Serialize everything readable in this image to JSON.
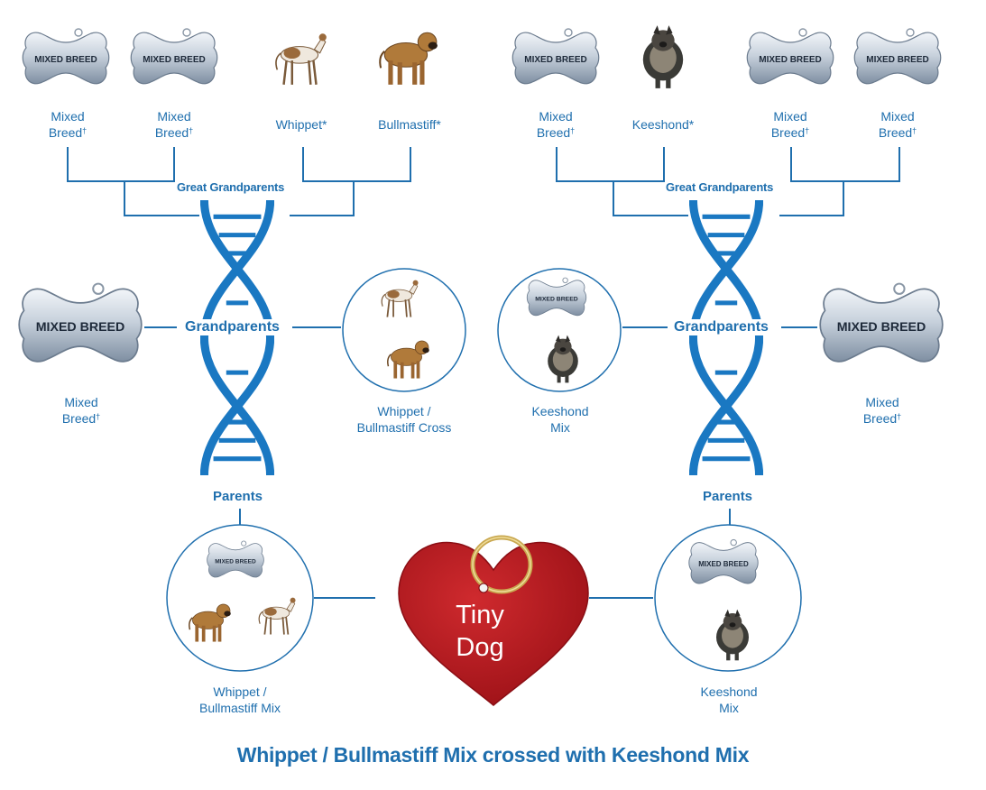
{
  "title": "Whippet / Bullmastiff Mix crossed with Keeshond Mix",
  "bone_text": "MIXED BREED",
  "tag_text": [
    "Tiny",
    "Dog"
  ],
  "headings": {
    "great_grandparents": "Great Grandparents",
    "grandparents": "Grandparents",
    "parents": "Parents"
  },
  "great_grandparents": {
    "left": [
      {
        "line1": "Mixed",
        "line2": "Breed",
        "mark": "†"
      },
      {
        "line1": "Mixed",
        "line2": "Breed",
        "mark": "†"
      },
      {
        "line1": "Whippet*"
      },
      {
        "line1": "Bullmastiff*"
      }
    ],
    "right": [
      {
        "line1": "Mixed",
        "line2": "Breed",
        "mark": "†"
      },
      {
        "line1": "Keeshond*"
      },
      {
        "line1": "Mixed",
        "line2": "Breed",
        "mark": "†"
      },
      {
        "line1": "Mixed",
        "line2": "Breed",
        "mark": "†"
      }
    ]
  },
  "grandparents": {
    "left_outer": {
      "line1": "Mixed",
      "line2": "Breed",
      "mark": "†"
    },
    "left_inner": {
      "line1": "Whippet /",
      "line2": "Bullmastiff Cross"
    },
    "right_inner": {
      "line1": "Keeshond",
      "line2": "Mix"
    },
    "right_outer": {
      "line1": "Mixed",
      "line2": "Breed",
      "mark": "†"
    }
  },
  "parents": {
    "left": {
      "line1": "Whippet /",
      "line2": "Bullmastiff Mix"
    },
    "right": {
      "line1": "Keeshond",
      "line2": "Mix"
    }
  },
  "colors": {
    "blue": "#1f6fae",
    "dna": "#1a78c2",
    "tag_red": "#b5171e"
  }
}
